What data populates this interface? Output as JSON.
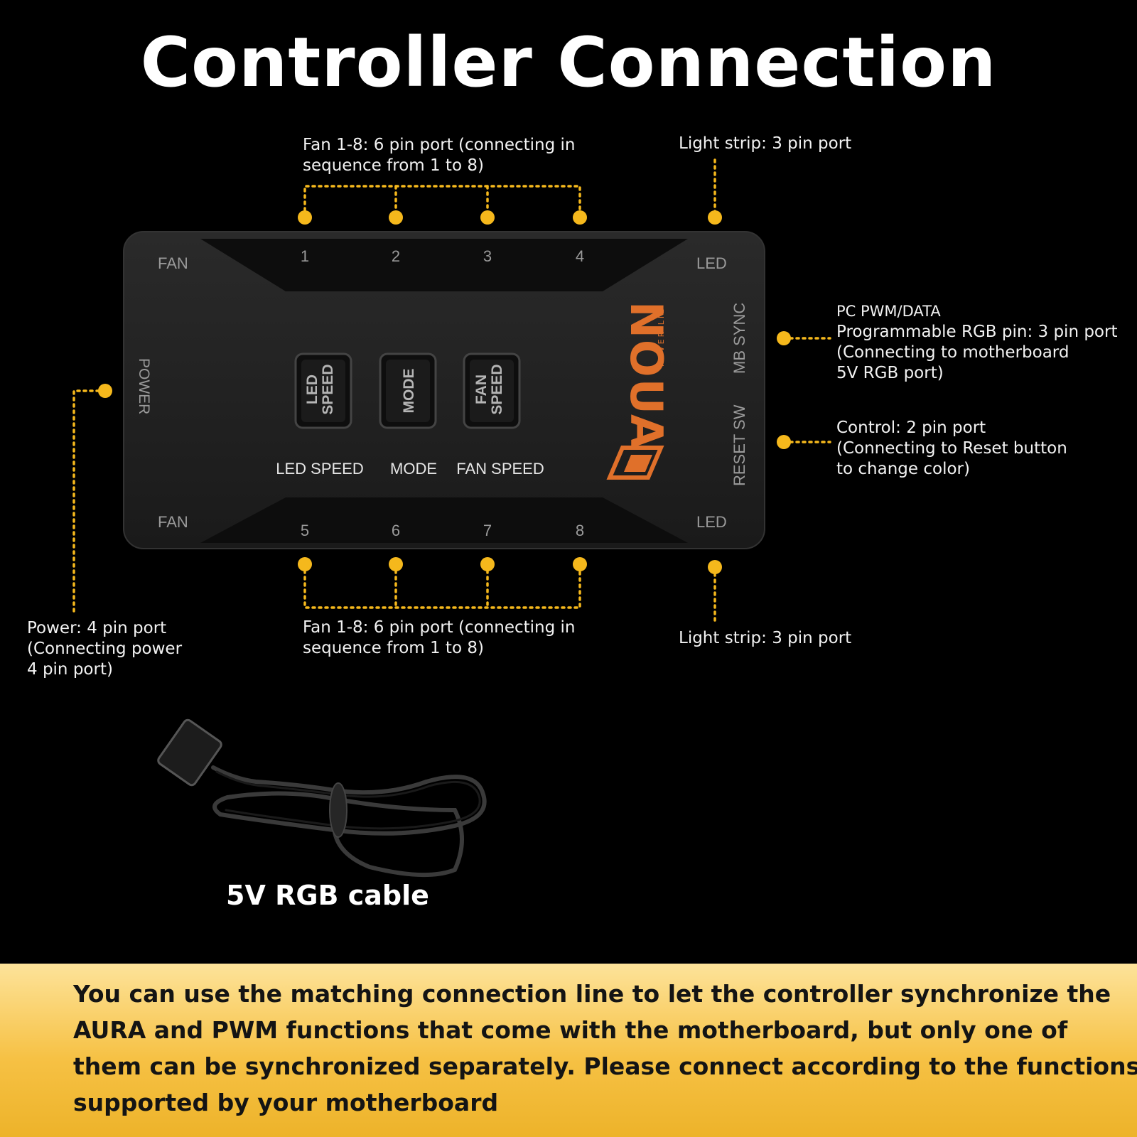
{
  "title": "Controller Connection",
  "callouts": {
    "fan_top": [
      "Fan 1-8: 6 pin port (connecting in",
      "sequence from 1 to 8)"
    ],
    "light_top": [
      "Light strip: 3 pin port"
    ],
    "pwm": [
      "PC PWM/DATA",
      "Programmable RGB pin: 3 pin port",
      "(Connecting to motherboard",
      "5V RGB port)"
    ],
    "control": [
      "Control: 2 pin port",
      "(Connecting to Reset button",
      "to change color)"
    ],
    "power": [
      "Power: 4 pin port",
      "(Connecting power",
      "4 pin port)"
    ],
    "fan_bottom": [
      "Fan 1-8: 6 pin port (connecting in",
      "sequence from 1 to 8)"
    ],
    "light_bottom": [
      "Light strip: 3 pin port"
    ]
  },
  "controller": {
    "fan_label": "FAN",
    "led_label": "LED",
    "power_label": "POWER",
    "mb_sync_label": "MB SYNC",
    "reset_sw_label": "RESET SW",
    "ports_top": [
      "1",
      "2",
      "3",
      "4"
    ],
    "ports_bottom": [
      "5",
      "6",
      "7",
      "8"
    ],
    "buttons": [
      {
        "lines": [
          "LED",
          "SPEED"
        ],
        "caption": "LED SPEED"
      },
      {
        "lines": [
          "MODE"
        ],
        "caption": "MODE"
      },
      {
        "lines": [
          "FAN",
          "SPEED"
        ],
        "caption": "FAN SPEED"
      }
    ],
    "brand": "NOUA",
    "tagline": "NEVER LIE"
  },
  "cable_caption": "5V RGB cable",
  "note_lines": [
    "You can use the matching connection line to let the controller synchronize the",
    "AURA and PWM functions that come with the motherboard, but only one of",
    "them can be synchronized separately. Please connect according to the functions",
    "supported by your motherboard"
  ],
  "colors": {
    "background": "#000000",
    "dot": "#f5b81c",
    "controller_body": "#1f1f1f",
    "brand_orange": "#e0702a",
    "band": "#f6c144"
  }
}
